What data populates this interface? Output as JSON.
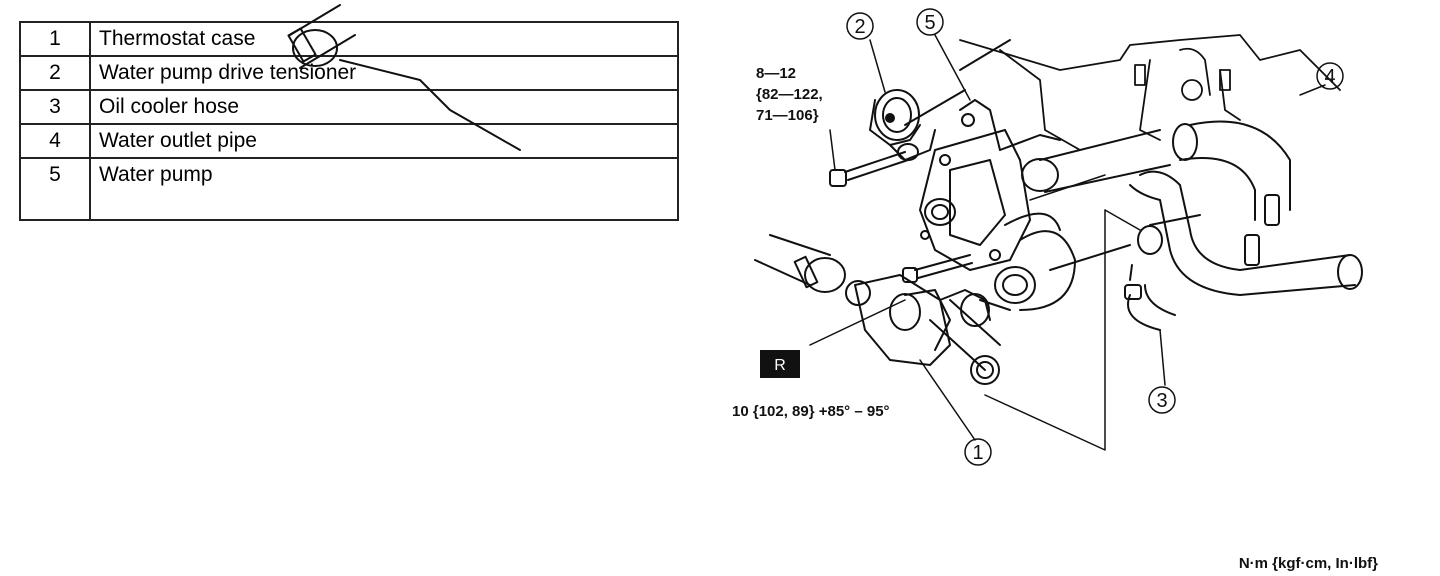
{
  "legend": {
    "rows": [
      {
        "num": "1",
        "label": "Thermostat case"
      },
      {
        "num": "2",
        "label": "Water pump drive tensioner"
      },
      {
        "num": "3",
        "label": "Oil cooler hose"
      },
      {
        "num": "4",
        "label": "Water outlet pipe"
      },
      {
        "num": "5",
        "label": "Water pump"
      }
    ]
  },
  "diagram": {
    "torque_upper": [
      "8—12",
      "{82—122,",
      "71—106}"
    ],
    "torque_lower": "10 {102, 89} +85° – 95°",
    "reuse_marker": "R",
    "units": "N·m {kgf·cm, In·lbf}",
    "callouts": [
      "1",
      "2",
      "3",
      "4",
      "5"
    ]
  }
}
